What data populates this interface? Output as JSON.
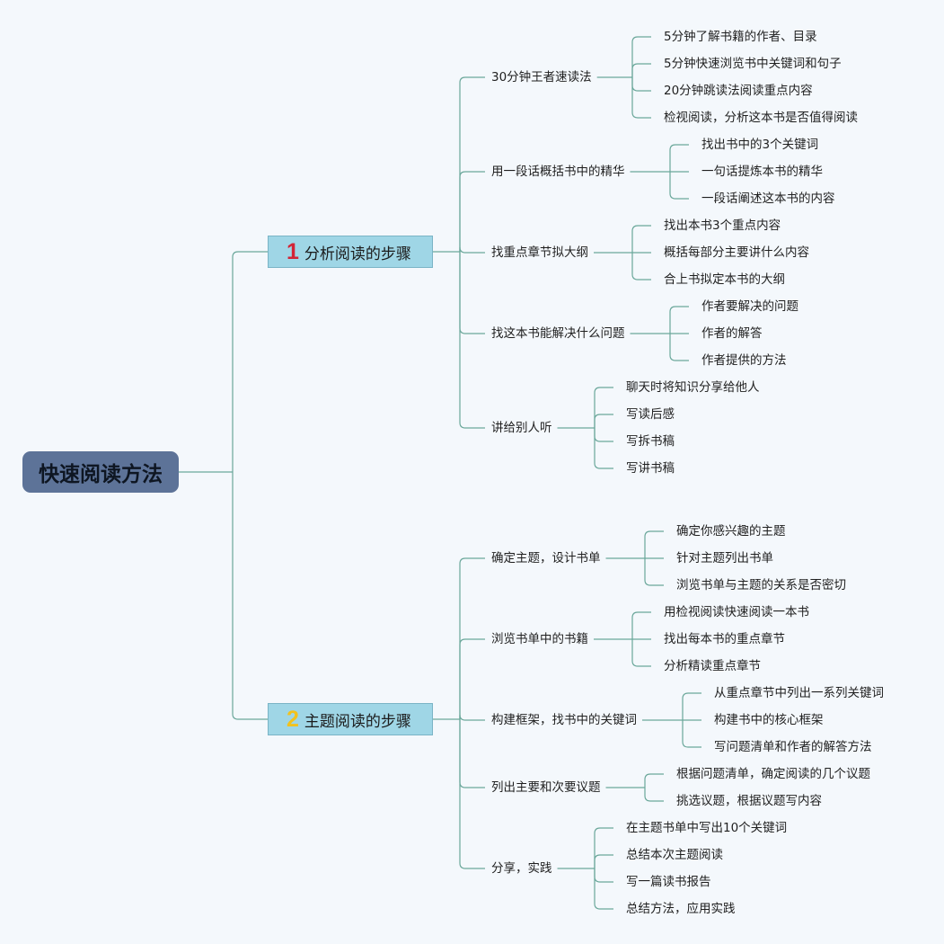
{
  "root": {
    "label": "快速阅读方法"
  },
  "branches": [
    {
      "number": "1",
      "number_color": "#d22436",
      "label": "分析阅读的步骤",
      "children": [
        {
          "label": "30分钟王者速读法",
          "children": [
            "5分钟了解书籍的作者、目录",
            "5分钟快速浏览书中关键词和句子",
            "20分钟跳读法阅读重点内容",
            "检视阅读，分析这本书是否值得阅读"
          ]
        },
        {
          "label": "用一段话概括书中的精华",
          "children": [
            "找出书中的3个关键词",
            "一句话提炼本书的精华",
            "一段话阐述这本书的内容"
          ]
        },
        {
          "label": "找重点章节拟大纲",
          "children": [
            "找出本书3个重点内容",
            "概括每部分主要讲什么内容",
            "合上书拟定本书的大纲"
          ]
        },
        {
          "label": "找这本书能解决什么问题",
          "children": [
            "作者要解决的问题",
            "作者的解答",
            "作者提供的方法"
          ]
        },
        {
          "label": "讲给别人听",
          "children": [
            "聊天时将知识分享给他人",
            "写读后感",
            "写拆书稿",
            "写讲书稿"
          ]
        }
      ]
    },
    {
      "number": "2",
      "number_color": "#f2c21d",
      "label": "主题阅读的步骤",
      "children": [
        {
          "label": "确定主题，设计书单",
          "children": [
            "确定你感兴趣的主题",
            "针对主题列出书单",
            "浏览书单与主题的关系是否密切"
          ]
        },
        {
          "label": "浏览书单中的书籍",
          "children": [
            "用检视阅读快速阅读一本书",
            "找出每本书的重点章节",
            "分析精读重点章节"
          ]
        },
        {
          "label": "构建框架，找书中的关键词",
          "children": [
            "从重点章节中列出一系列关键词",
            "构建书中的核心框架",
            "写问题清单和作者的解答方法"
          ]
        },
        {
          "label": "列出主要和次要议题",
          "children": [
            "根据问题清单，确定阅读的几个议题",
            "挑选议题，根据议题写内容"
          ]
        },
        {
          "label": "分享，实践",
          "children": [
            "在主题书单中写出10个关键词",
            "总结本次主题阅读",
            "写一篇读书报告",
            "总结方法，应用实践"
          ]
        }
      ]
    }
  ],
  "colors": {
    "line": "#6aa79a",
    "root_bg": "#5d7398",
    "topic_bg": "#9fd6e6"
  }
}
